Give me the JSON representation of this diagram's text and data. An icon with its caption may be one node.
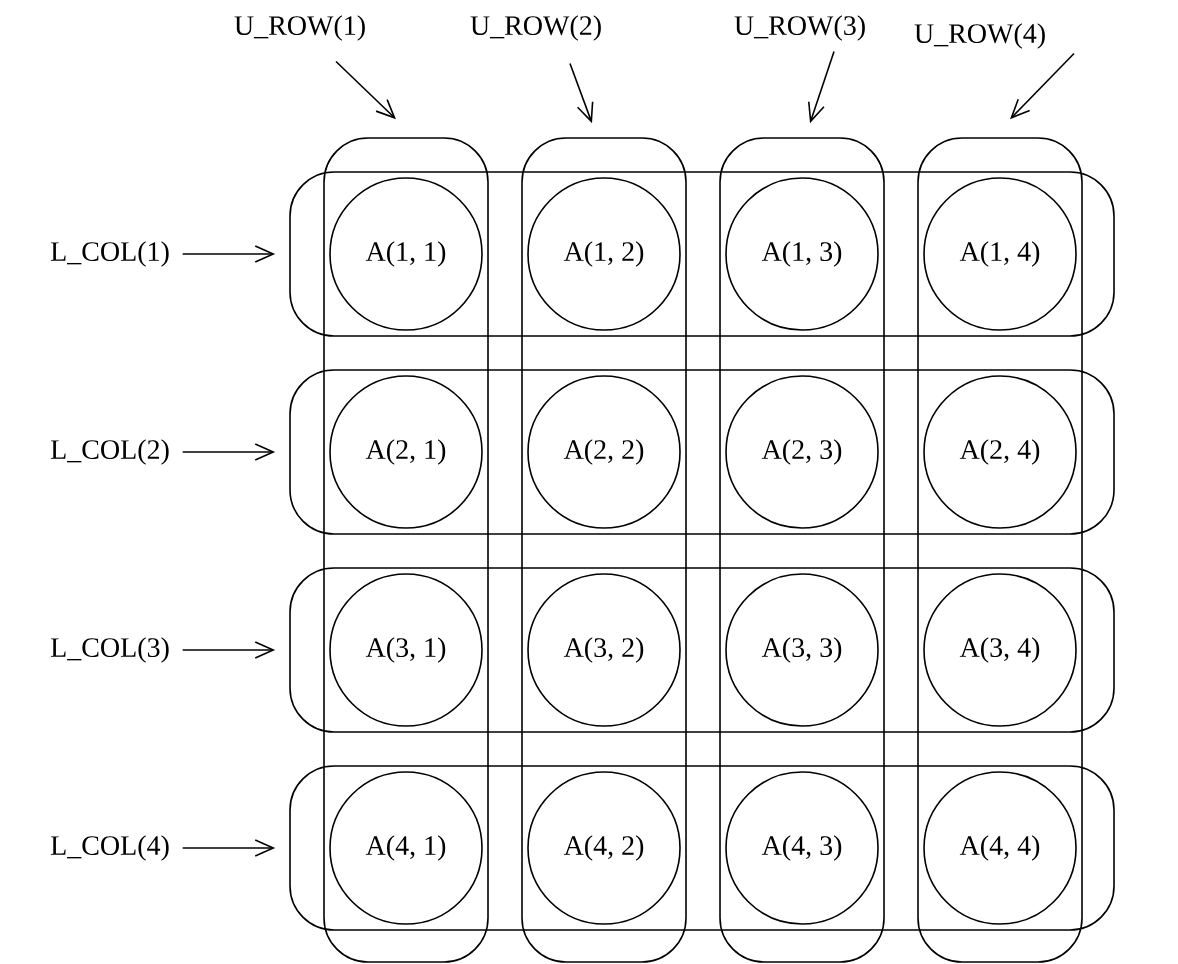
{
  "diagram": {
    "nodes": [
      {
        "text": [
          "U_ROW(1)"
        ]
      },
      {
        "text": [
          "U_ROW(2)"
        ]
      },
      {
        "text": [
          "U_ROW(3)"
        ]
      },
      {
        "text": [
          "U_ROW(4)"
        ]
      },
      {
        "text": [],
        "shape": "box"
      },
      {
        "text": [],
        "shape": "box"
      },
      {
        "text": [],
        "shape": "box"
      },
      {
        "text": [],
        "shape": "box"
      },
      {
        "text": [
          "L_COL(1)"
        ]
      },
      {
        "text": [
          "L_COL(2)"
        ]
      },
      {
        "text": [
          "L_COL(3)"
        ]
      },
      {
        "text": [
          "L_COL(4)"
        ]
      },
      {
        "text": [],
        "shape": "box"
      },
      {
        "text": [],
        "shape": "box"
      },
      {
        "text": [],
        "shape": "box"
      },
      {
        "text": [],
        "shape": "box"
      },
      {
        "text": [
          "A(1, 1)"
        ]
      },
      {
        "text": [
          "A(1, 2)"
        ]
      },
      {
        "text": [
          "A(1, 3)"
        ]
      },
      {
        "text": [
          "A(1, 4)"
        ]
      },
      {
        "text": [
          "A(2, 1)"
        ]
      },
      {
        "text": [
          "A(2, 2)"
        ]
      },
      {
        "text": [
          "A(2, 3)"
        ]
      },
      {
        "text": [
          "A(2, 4)"
        ]
      },
      {
        "text": [
          "A(3, 1)"
        ]
      },
      {
        "text": [
          "A(3, 2)"
        ]
      },
      {
        "text": [
          "A(3, 3)"
        ]
      },
      {
        "text": [
          "A(3, 4)"
        ]
      },
      {
        "text": [
          "A(4, 1)"
        ]
      },
      {
        "text": [
          "A(4, 2)"
        ]
      },
      {
        "text": [
          "A(4, 3)"
        ]
      },
      {
        "text": [
          "A(4, 4)"
        ]
      }
    ],
    "edges": [
      {
        "from": 0,
        "to": 4,
        "arrow": "to"
      },
      {
        "from": 1,
        "to": 5,
        "arrow": "to"
      },
      {
        "from": 2,
        "to": 6,
        "arrow": "to"
      },
      {
        "from": 3,
        "to": 7,
        "arrow": "to"
      },
      {
        "from": 8,
        "to": 12,
        "arrow": "to"
      },
      {
        "from": 9,
        "to": 13,
        "arrow": "to"
      },
      {
        "from": 10,
        "to": 14,
        "arrow": "to"
      },
      {
        "from": 11,
        "to": 15,
        "arrow": "to"
      }
    ]
  }
}
